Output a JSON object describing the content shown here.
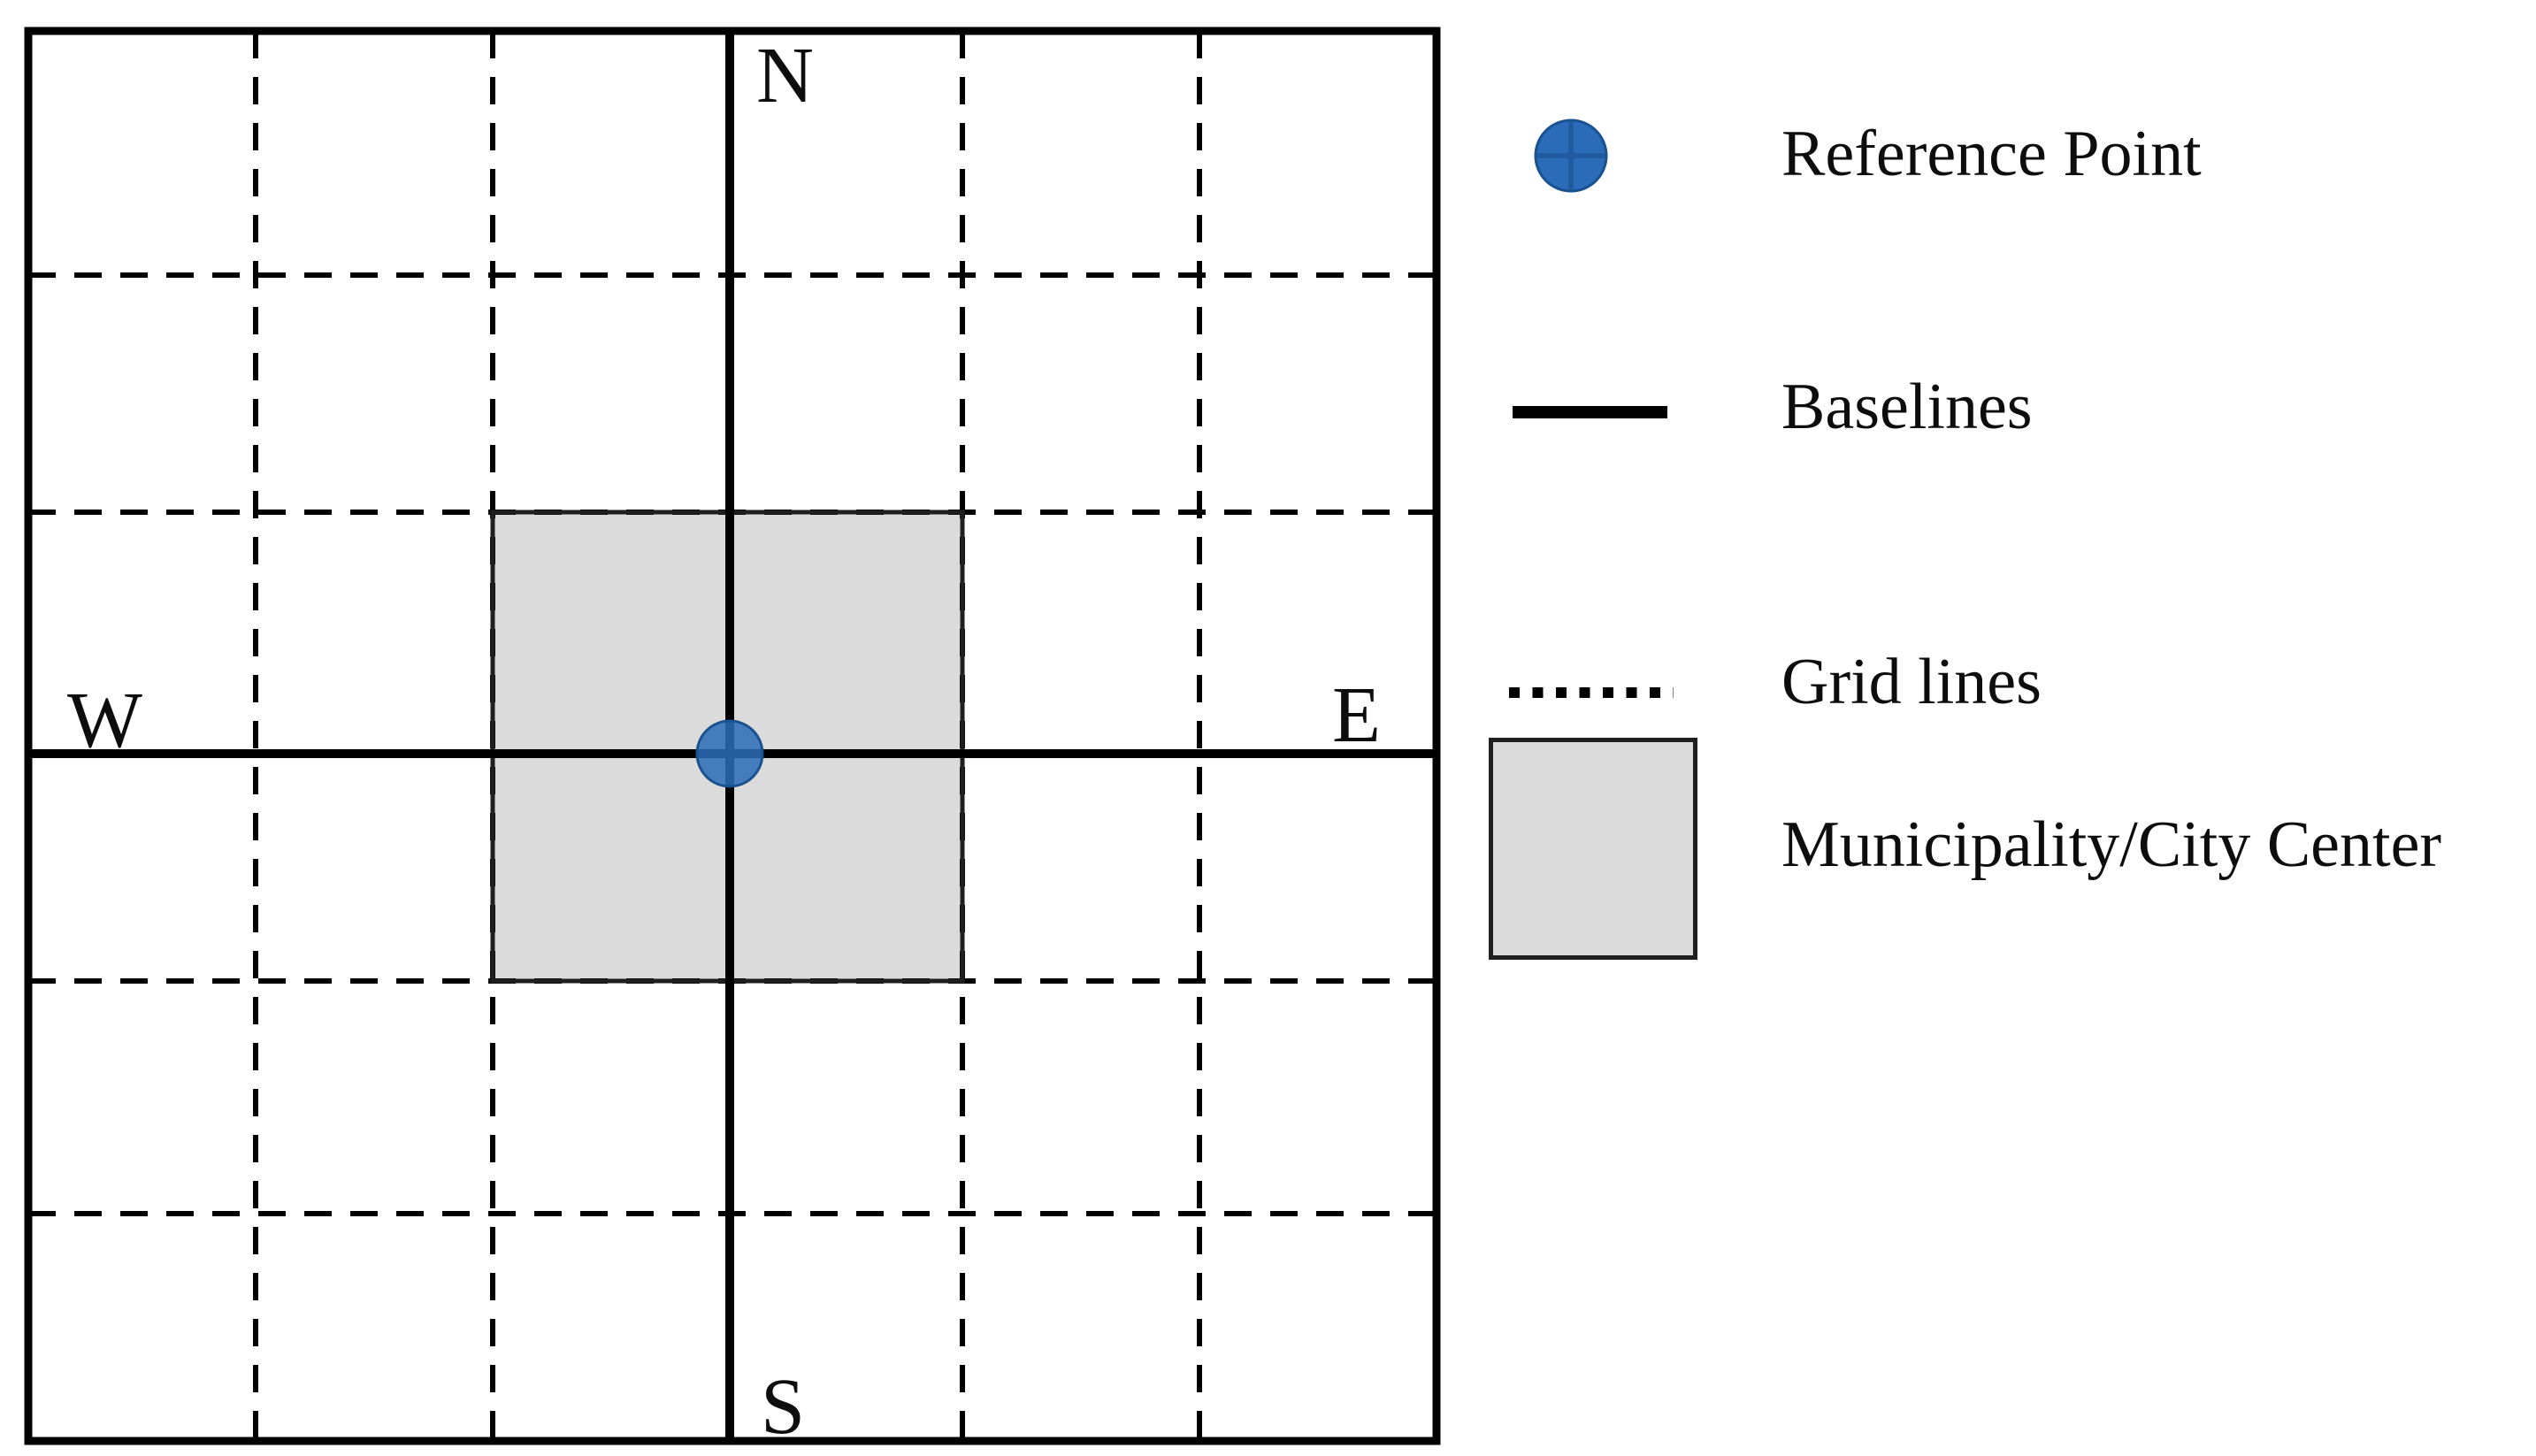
{
  "figure": {
    "type": "survey-grid-schematic",
    "compass": {
      "north": "N",
      "south": "S",
      "east": "E",
      "west": "W"
    },
    "grid": {
      "columns": 6,
      "rows": 6,
      "internal_line_style": "dashed",
      "baseline_style": "solid"
    },
    "center_block": {
      "cells": "2x2",
      "position": "centered-on-reference-point"
    }
  },
  "legend": {
    "items": [
      {
        "id": "reference-point",
        "icon": "reference-point-marker",
        "label": "Reference Point"
      },
      {
        "id": "baselines",
        "icon": "solid-line-swatch",
        "label": "Baselines"
      },
      {
        "id": "grid-lines",
        "icon": "dotted-line-swatch",
        "label": "Grid lines"
      },
      {
        "id": "municipality-city-center",
        "icon": "gray-area-swatch",
        "label": "Municipality/City Center"
      }
    ]
  },
  "colors": {
    "reference_point_fill": "#2B6CB8",
    "reference_point_edge": "#1A518F",
    "line": "#000000",
    "center_fill": "#DBDBDB",
    "center_border": "#1F1F1F",
    "background": "#FFFFFF",
    "text": "#0D0D0D"
  }
}
